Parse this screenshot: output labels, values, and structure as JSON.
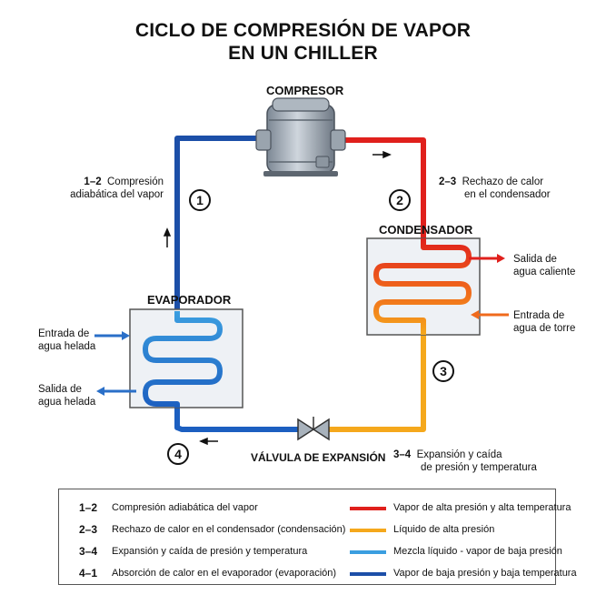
{
  "title": {
    "line1": "CICLO DE COMPRESIÓN DE VAPOR",
    "line2": "EN UN CHILLER"
  },
  "components": {
    "compressor": "COMPRESOR",
    "condenser": "CONDENSADOR",
    "evaporator": "EVAPORADOR",
    "valve": "VÁLVULA DE EXPANSIÓN"
  },
  "steps": {
    "s12": {
      "code": "1–2",
      "line1": "Compresión",
      "line2": "adiabática del vapor",
      "marker": "1"
    },
    "s23": {
      "code": "2–3",
      "line1": "Rechazo de calor",
      "line2": "en el condensador",
      "marker": "2"
    },
    "s34": {
      "code": "3–4",
      "line1": "Expansión y caída",
      "line2": "de presión y temperatura",
      "marker": "3"
    },
    "s41": {
      "marker": "4"
    }
  },
  "flows": {
    "evap_in": {
      "line1": "Entrada de",
      "line2": "agua helada"
    },
    "evap_out": {
      "line1": "Salida de",
      "line2": "agua helada"
    },
    "cond_out": {
      "line1": "Salida de",
      "line2": "agua caliente"
    },
    "cond_in": {
      "line1": "Entrada de",
      "line2": "agua de torre"
    }
  },
  "legend": {
    "processes": [
      {
        "code": "1–2",
        "text": "Compresión adiabática del vapor"
      },
      {
        "code": "2–3",
        "text": "Rechazo de calor en el condensador (condensación)"
      },
      {
        "code": "3–4",
        "text": "Expansión y caída de presión y temperatura"
      },
      {
        "code": "4–1",
        "text": "Absorción de calor en el evaporador (evaporación)"
      }
    ],
    "states": [
      {
        "color": "#e0201c",
        "text": "Vapor de alta presión y alta temperatura"
      },
      {
        "color": "#f5a81c",
        "text": "Líquido de alta presión"
      },
      {
        "color": "#3b9ee0",
        "text": "Mezcla líquido - vapor de baja presión"
      },
      {
        "color": "#1c4fa8",
        "text": "Vapor de baja presión y baja temperatura"
      }
    ]
  },
  "colors": {
    "hot_vapor": "#e0201c",
    "hp_liquid": "#f5a81c",
    "mix": "#3b9ee0",
    "cold_vapor": "#1c4fa8"
  }
}
